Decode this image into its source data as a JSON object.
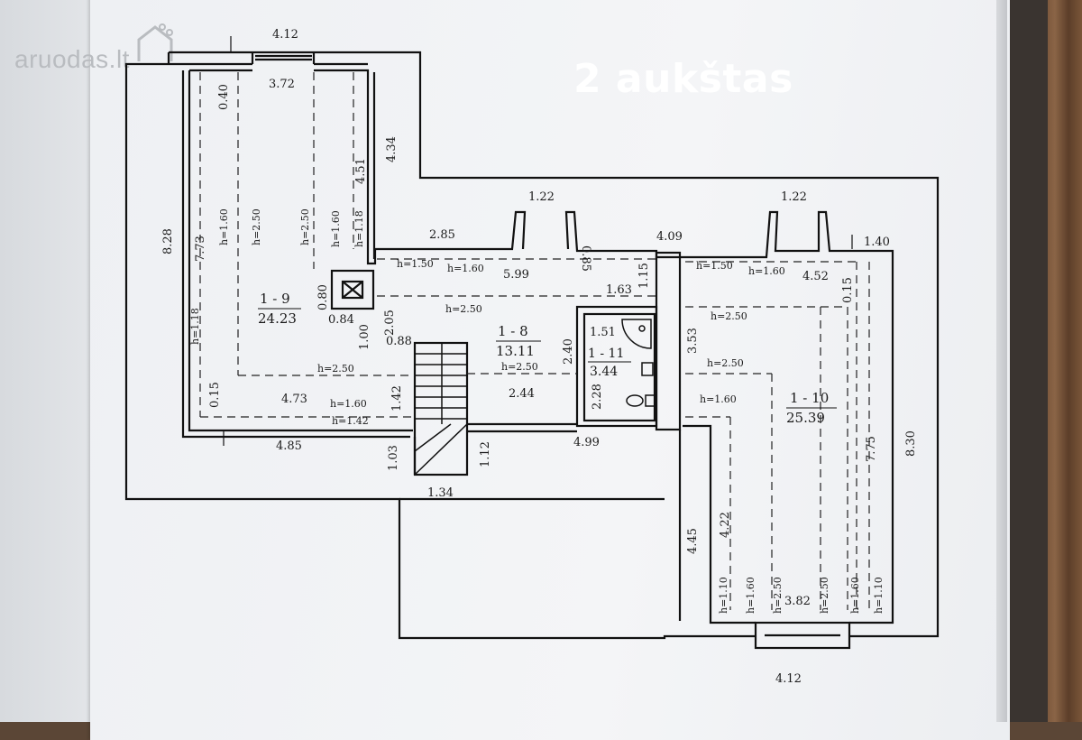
{
  "watermark": {
    "text": "aruodas.lt",
    "icon": "house-logo-icon"
  },
  "title": "2 aukštas",
  "rooms": [
    {
      "id": "1 - 9",
      "area": "24.23"
    },
    {
      "id": "1 - 8",
      "area": "13.11"
    },
    {
      "id": "1 - 11",
      "area": "3.44"
    },
    {
      "id": "1 - 10",
      "area": "25.39"
    }
  ],
  "dimensions": {
    "top_overall": "4.12",
    "top_inner": "3.72",
    "d040": "0.40",
    "left_overall": "8.28",
    "left_inner": "7.73",
    "d434": "4.34",
    "d451": "4.51",
    "d085": "0.85",
    "window1": "1.22",
    "window2": "1.22",
    "d285": "2.85",
    "d409": "4.09",
    "d140": "1.40",
    "d599": "5.99",
    "d115": "1.15",
    "d163": "1.63",
    "d452": "4.52",
    "d015a": "0.15",
    "d080": "0.80",
    "d084": "0.84",
    "d205": "2.05",
    "d100": "1.00",
    "d088": "0.88",
    "d151": "1.51",
    "d240": "2.40",
    "d353": "3.53",
    "d015b": "0.15",
    "d473": "4.73",
    "d142": "1.42",
    "d244": "2.44",
    "d228": "2.28",
    "d485": "4.85",
    "d103": "1.03",
    "d112": "1.12",
    "d499": "4.99",
    "d134": "1.34",
    "d775": "7.75",
    "d830": "8.30",
    "d445": "4.45",
    "d422": "4.22",
    "d382": "3.82",
    "bottom_overall": "4.12"
  },
  "heights": {
    "h160": "h=1.60",
    "h250": "h=2.50",
    "h118": "h=1.18",
    "h150": "h=1.50",
    "h142": "h=1.42",
    "h110": "h=1.10"
  }
}
